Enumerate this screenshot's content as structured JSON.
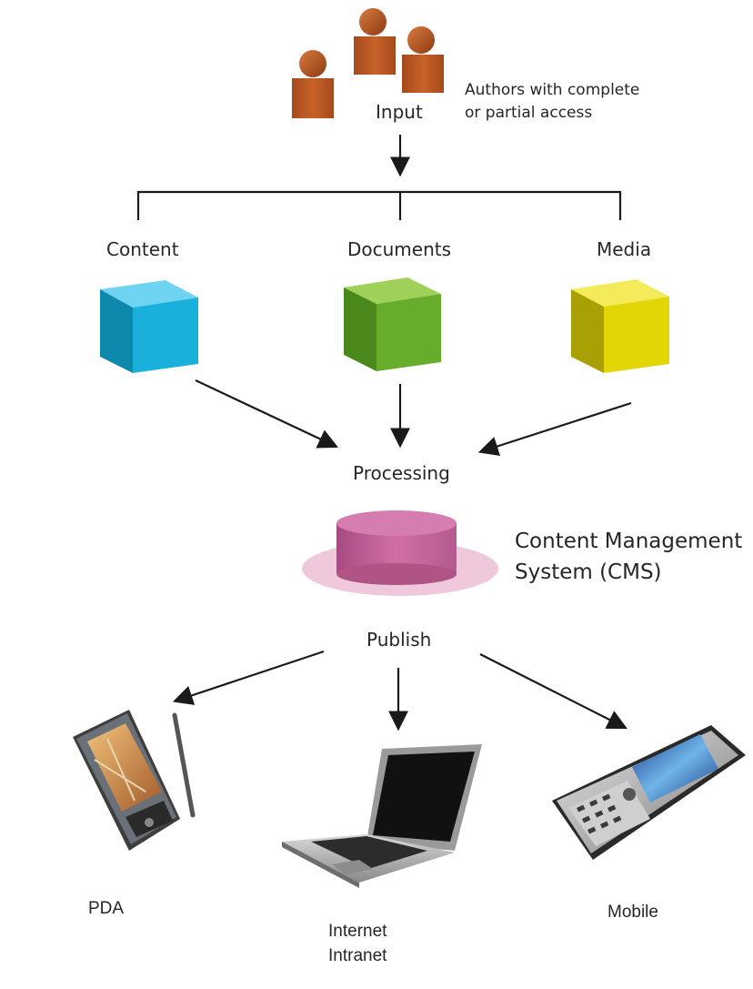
{
  "input": {
    "label": "Input",
    "note_line1": "Authors with complete",
    "note_line2": "or partial access"
  },
  "sources": [
    {
      "label": "Content",
      "color": "#1ab0dc"
    },
    {
      "label": "Documents",
      "color": "#66ad2c"
    },
    {
      "label": "Media",
      "color": "#e2d606"
    }
  ],
  "processing": {
    "label": "Processing"
  },
  "cms": {
    "line1": "Content Management",
    "line2": "System (CMS)",
    "color": "#c8649c"
  },
  "publish": {
    "label": "Publish"
  },
  "outputs": [
    {
      "label": "PDA"
    },
    {
      "line1": "Internet",
      "line2": "Intranet"
    },
    {
      "label": "Mobile"
    }
  ],
  "people_color": "#b95a24"
}
